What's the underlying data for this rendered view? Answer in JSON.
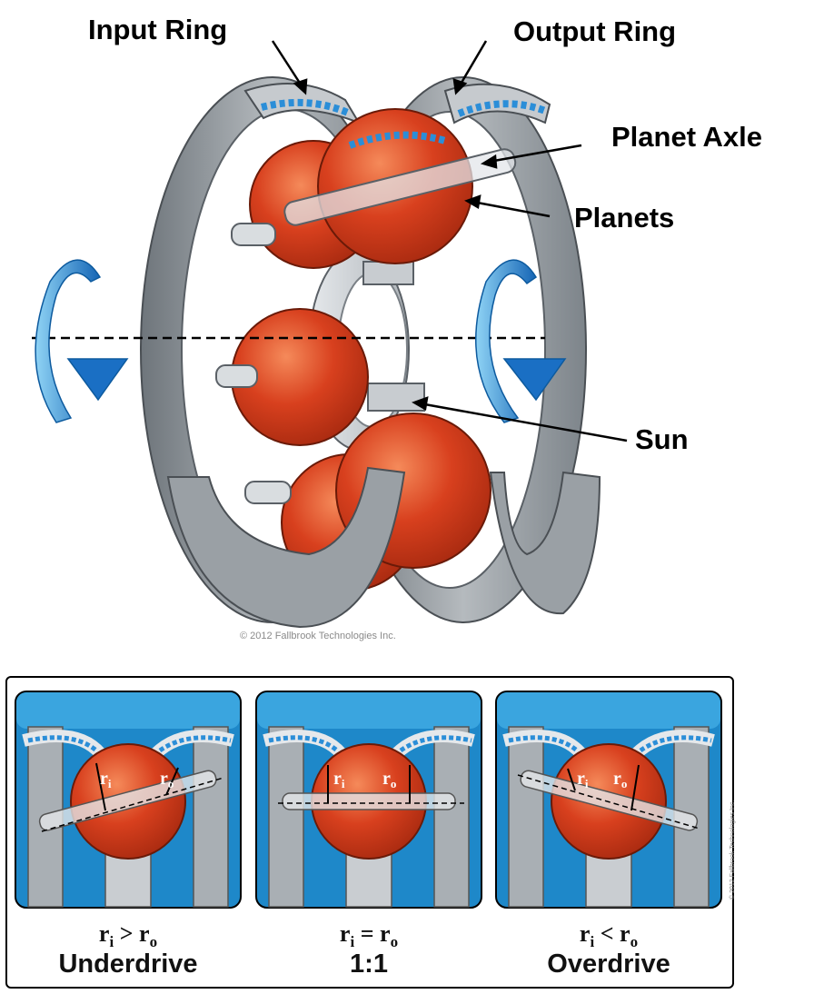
{
  "labels": {
    "input_ring": "Input Ring",
    "output_ring": "Output Ring",
    "planet_axle": "Planet Axle",
    "planets": "Planets",
    "sun": "Sun"
  },
  "copyright": "© 2012 Fallbrook Technologies Inc.",
  "panels": [
    {
      "ri": "r",
      "ri_sub": "i",
      "ro": "r",
      "ro_sub": "o",
      "op": ">",
      "mode": "Underdrive"
    },
    {
      "ri": "r",
      "ri_sub": "i",
      "ro": "r",
      "ro_sub": "o",
      "op": "=",
      "mode": "1:1"
    },
    {
      "ri": "r",
      "ri_sub": "i",
      "ro": "r",
      "ro_sub": "o",
      "op": "<",
      "mode": "Overdrive"
    }
  ],
  "colors": {
    "ball": "#d8401e",
    "ring": "#8f969c",
    "arrow": "#1f7fd0",
    "panel_bg": "#1e88c9"
  }
}
